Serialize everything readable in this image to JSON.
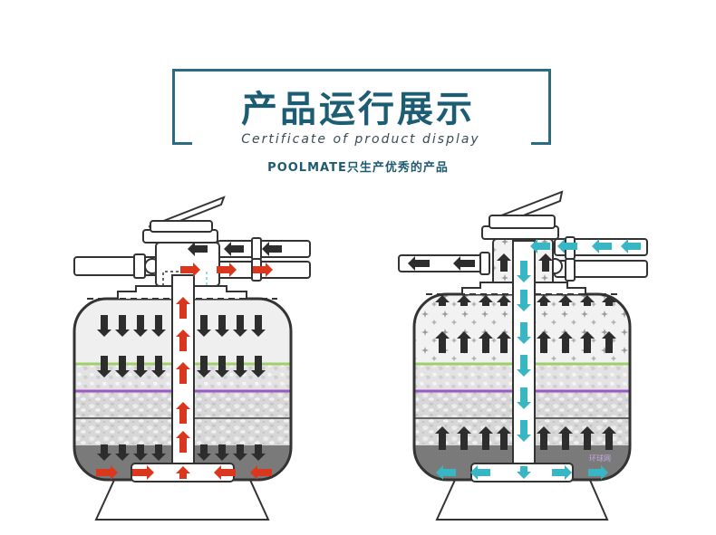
{
  "header": {
    "title": "产品运行展示",
    "subtitle": "Certificate of product display",
    "tagline": "POOLMATE只生产优秀的产品"
  },
  "colors": {
    "accent": "#1d5d74",
    "filter_flow_arrow": "#d9381e",
    "backwash_flow_arrow": "#38b6c4",
    "media_arrow": "#2d2d2d",
    "green_divider": "#9fcf6a",
    "purple_divider": "#9b59c6",
    "water_zone": "#efefef",
    "gravel_zone": "#7a7a7a"
  },
  "diagrams": [
    {
      "id": "filter-mode",
      "flow_color": "red",
      "media_arrows": "down"
    },
    {
      "id": "backwash-mode",
      "flow_color": "cyan",
      "media_arrows": "up"
    }
  ],
  "watermark": "环球网"
}
